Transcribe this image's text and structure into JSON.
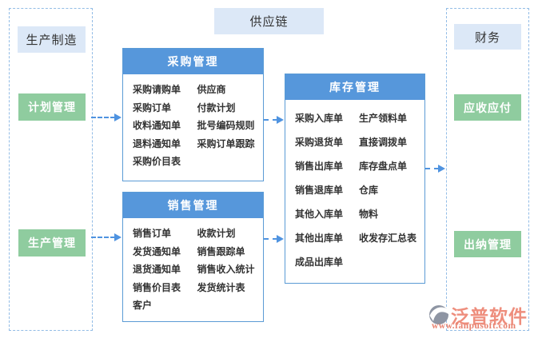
{
  "header": {
    "title": "供应链"
  },
  "left_group": {
    "label": "生产制造",
    "items": [
      "计划管理",
      "生产管理"
    ]
  },
  "right_group": {
    "label": "财务",
    "items": [
      "应收应付",
      "出纳管理"
    ]
  },
  "modules": [
    {
      "title": "采购管理",
      "left": [
        "采购请购单",
        "采购订单",
        "收料通知单",
        "退料通知单",
        "采购价目表"
      ],
      "right": [
        "供应商",
        "付款计划",
        "批号编码规则",
        "采购订单跟踪"
      ]
    },
    {
      "title": "销售管理",
      "left": [
        "销售订单",
        "发货通知单",
        "退货通知单",
        "销售价目表",
        "客户"
      ],
      "right": [
        "收款计划",
        "销售跟踪单",
        "销售收入统计",
        "发货统计表"
      ]
    },
    {
      "title": "库存管理",
      "left": [
        "采购入库单",
        "采购退货单",
        "销售出库单",
        "销售退库单",
        "其他入库单",
        "其他出库单",
        "成品出库单"
      ],
      "right": [
        "生产领料单",
        "直接调拨单",
        "库存盘点单",
        "仓库",
        "物料",
        "收发存汇总表"
      ]
    }
  ],
  "logo": {
    "name": "泛普软件",
    "url": "www.fanpusoft.com"
  },
  "icons": {
    "logo": "fanpu-swoosh-circle",
    "arrowhead": "filled-right-triangle"
  },
  "colors": {
    "module_header_blue": "#5697db",
    "module_border_blue": "#5b9bd5",
    "chip_light_blue": "#dce8f7",
    "chip_green": "#8fcc9f",
    "arrow_blue": "#4f93e0",
    "dashed_border_blue": "#92bce6",
    "logo_salmon": "#ee8e7d",
    "logo_gray": "#8e95a3",
    "text_dark": "#333333"
  }
}
